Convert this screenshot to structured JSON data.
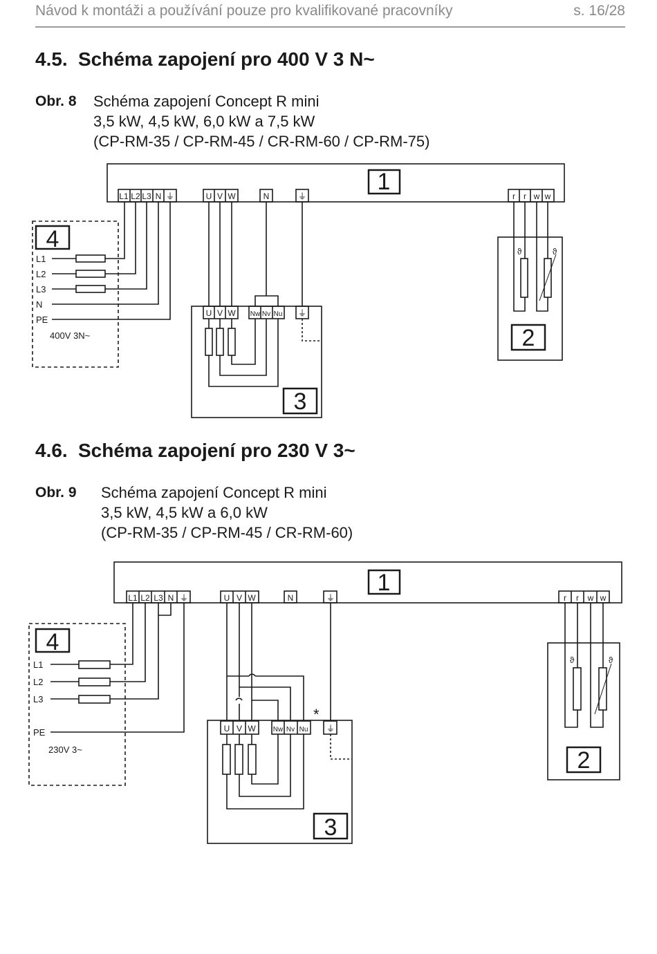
{
  "header": {
    "title": "Návod k montáži a používání pouze pro kvalifikované pracovníky",
    "page": "s. 16/28"
  },
  "section1": {
    "number": "4.5.",
    "title": "Schéma zapojení pro 400 V 3 N~",
    "figure_label": "Obr. 8",
    "caption": [
      "Schéma zapojení Concept R mini",
      "3,5 kW, 4,5 kW, 6,0 kW a 7,5 kW",
      "(CP-RM-35 / CP-RM-45 / CR-RM-60 / CP-RM-75)"
    ],
    "diagram": {
      "box1": "1",
      "box2": "2",
      "box3": "3",
      "box4": "4",
      "mains_terminals": [
        "L1",
        "L2",
        "L3",
        "N",
        "⏚"
      ],
      "heater_terminals": [
        "U",
        "V",
        "W"
      ],
      "neutral_terminal": "N",
      "earth_terminal": "⏚",
      "sensor_terminals": [
        "r",
        "r",
        "w",
        "w"
      ],
      "box3_terminals": [
        "U",
        "V",
        "W",
        "Nw",
        "Nv",
        "Nu",
        "⏚"
      ],
      "supply_lines": [
        "L1",
        "L2",
        "L3",
        "N",
        "PE"
      ],
      "supply_label": "400V 3N~",
      "sensor_symbol": "ϑ"
    }
  },
  "section2": {
    "number": "4.6.",
    "title": "Schéma zapojení pro 230 V 3~",
    "figure_label": "Obr. 9",
    "caption": [
      "Schéma zapojení Concept R mini",
      "3,5 kW, 4,5 kW a 6,0 kW",
      "(CP-RM-35 / CP-RM-45 / CR-RM-60)"
    ],
    "diagram": {
      "box1": "1",
      "box2": "2",
      "box3": "3",
      "box4": "4",
      "mains_terminals": [
        "L1",
        "L2",
        "L3",
        "N",
        "⏚"
      ],
      "heater_terminals": [
        "U",
        "V",
        "W"
      ],
      "neutral_terminal": "N",
      "earth_terminal": "⏚",
      "sensor_terminals": [
        "r",
        "r",
        "w",
        "w"
      ],
      "box3_terminals": [
        "U",
        "V",
        "W",
        "Nw",
        "Nv",
        "Nu",
        "⏚"
      ],
      "supply_lines": [
        "L1",
        "L2",
        "L3",
        "PE"
      ],
      "supply_label": "230V 3~",
      "sensor_symbol": "ϑ",
      "asterisk": "*"
    }
  }
}
